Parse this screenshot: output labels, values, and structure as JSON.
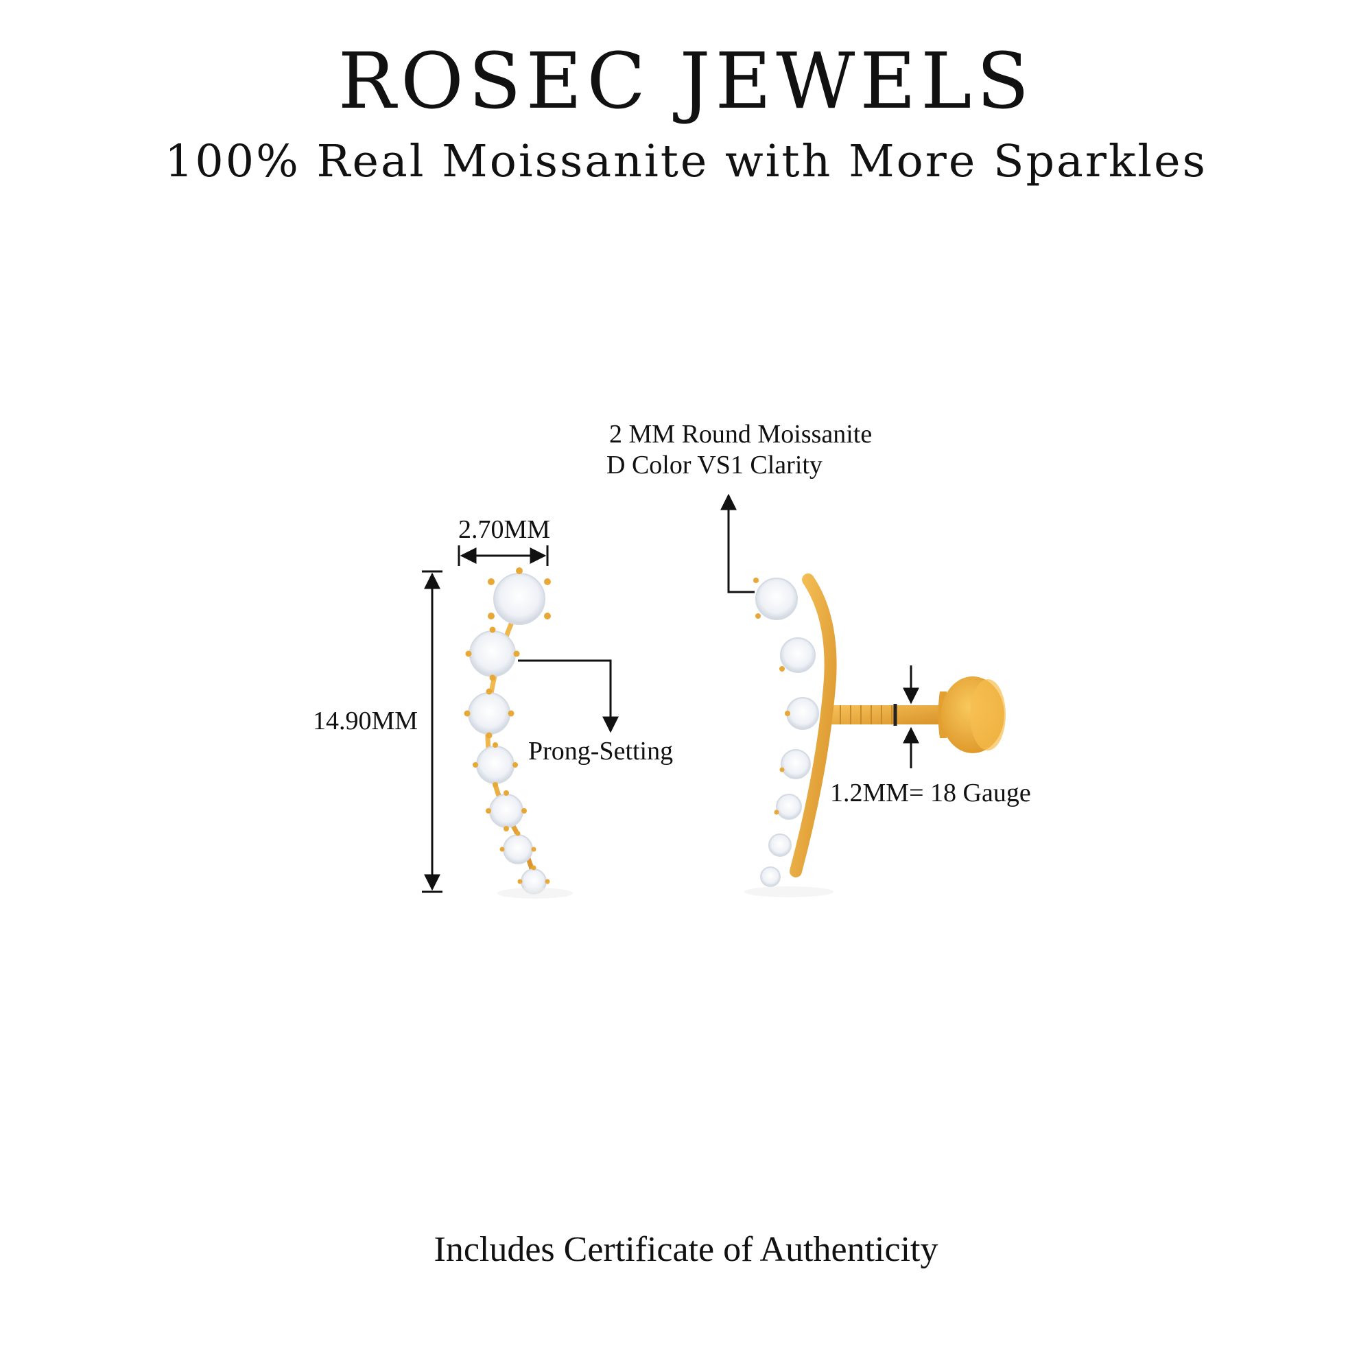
{
  "header": {
    "brand": "ROSEC JEWELS",
    "tagline": "100% Real Moissanite with More Sparkles"
  },
  "specs": {
    "width_label": "2.70MM",
    "length_label": "14.90MM",
    "setting_label": "Prong-Setting",
    "stone_line1": "2 MM Round Moissanite",
    "stone_line2": "D Color VS1 Clarity",
    "gauge_label": "1.2MM= 18 Gauge"
  },
  "footer": {
    "certificate": "Includes Certificate of Authenticity"
  },
  "colors": {
    "gold": "#E8A838",
    "stone": "#f2f4f8",
    "line": "#111111"
  }
}
